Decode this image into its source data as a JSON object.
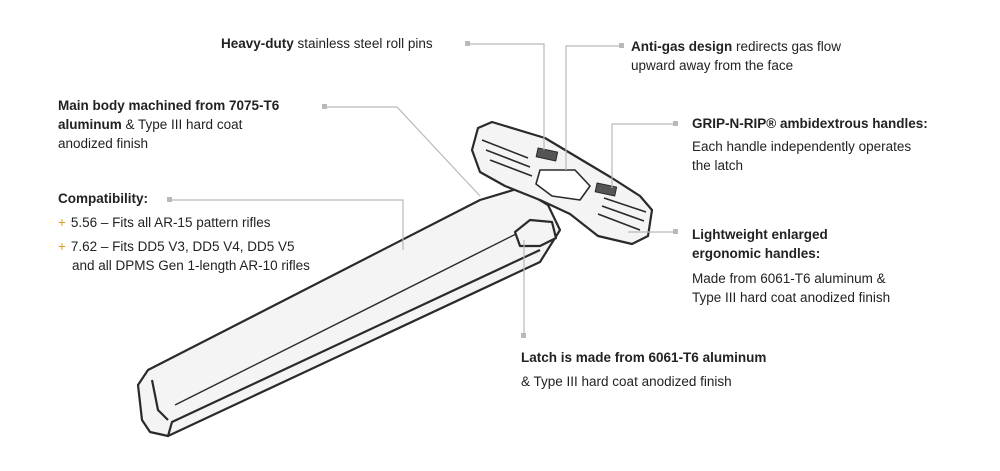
{
  "callouts": {
    "roll_pins": {
      "bold": "Heavy-duty",
      "text": " stainless steel roll pins"
    },
    "anti_gas": {
      "bold": "Anti-gas design",
      "text": " redirects gas flow",
      "line2": "upward away from the face"
    },
    "main_body": {
      "bold1": "Main body machined from 7075-T6",
      "bold2": "aluminum",
      "text2": " & Type III hard coat",
      "line3": "anodized finish"
    },
    "grip": {
      "title": "GRIP-N-RIP® ambidextrous handles:",
      "line1": "Each handle independently operates",
      "line2": "the latch"
    },
    "compat": {
      "title": "Compatibility:",
      "bullet_glyph": "+",
      "items": [
        {
          "line1": "5.56 – Fits all AR-15 pattern rifles"
        },
        {
          "line1": "7.62 – Fits DD5 V3, DD5 V4, DD5 V5",
          "line2": "and all DPMS Gen 1-length AR-10 rifles"
        }
      ]
    },
    "lightweight": {
      "title1": "Lightweight enlarged",
      "title2": "ergonomic handles:",
      "line1": "Made from 6061-T6 aluminum &",
      "line2": "Type III hard coat anodized finish"
    },
    "latch": {
      "title": "Latch is made from 6061-T6 aluminum",
      "line1": "& Type III hard coat anodized finish"
    }
  },
  "colors": {
    "leader": "#b9b9b9",
    "bullet": "#d9a21b",
    "text": "#222222",
    "outline": "#2a2a2a"
  }
}
